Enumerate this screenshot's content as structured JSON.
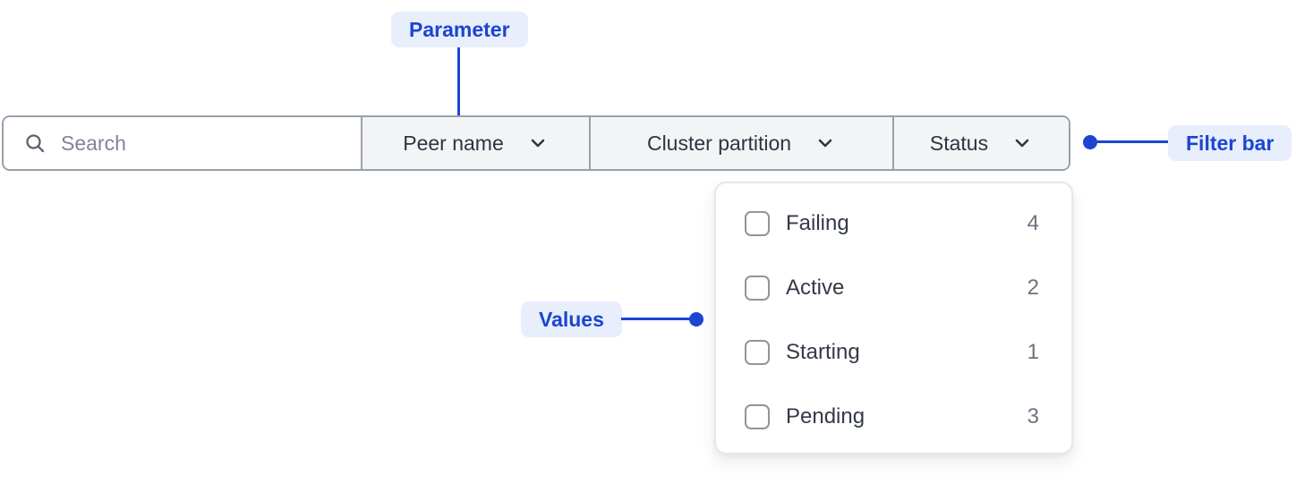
{
  "annotations": {
    "parameter": "Parameter",
    "filter_bar": "Filter bar",
    "values": "Values"
  },
  "colors": {
    "accent": "#1b45d2",
    "badge_bg": "#e8eefb",
    "bar_border": "#99a0ab",
    "section_bg": "#f3f4f6"
  },
  "icons": {
    "search": "search-icon",
    "chevron": "chevron-down-icon"
  },
  "filter_bar": {
    "search": {
      "placeholder": "Search",
      "value": ""
    },
    "dropdowns": [
      {
        "label": "Peer name"
      },
      {
        "label": "Cluster partition"
      },
      {
        "label": "Status"
      }
    ]
  },
  "status_dropdown": {
    "options": [
      {
        "label": "Failing",
        "count": 4,
        "checked": false
      },
      {
        "label": "Active",
        "count": 2,
        "checked": false
      },
      {
        "label": "Starting",
        "count": 1,
        "checked": false
      },
      {
        "label": "Pending",
        "count": 3,
        "checked": false
      }
    ]
  }
}
